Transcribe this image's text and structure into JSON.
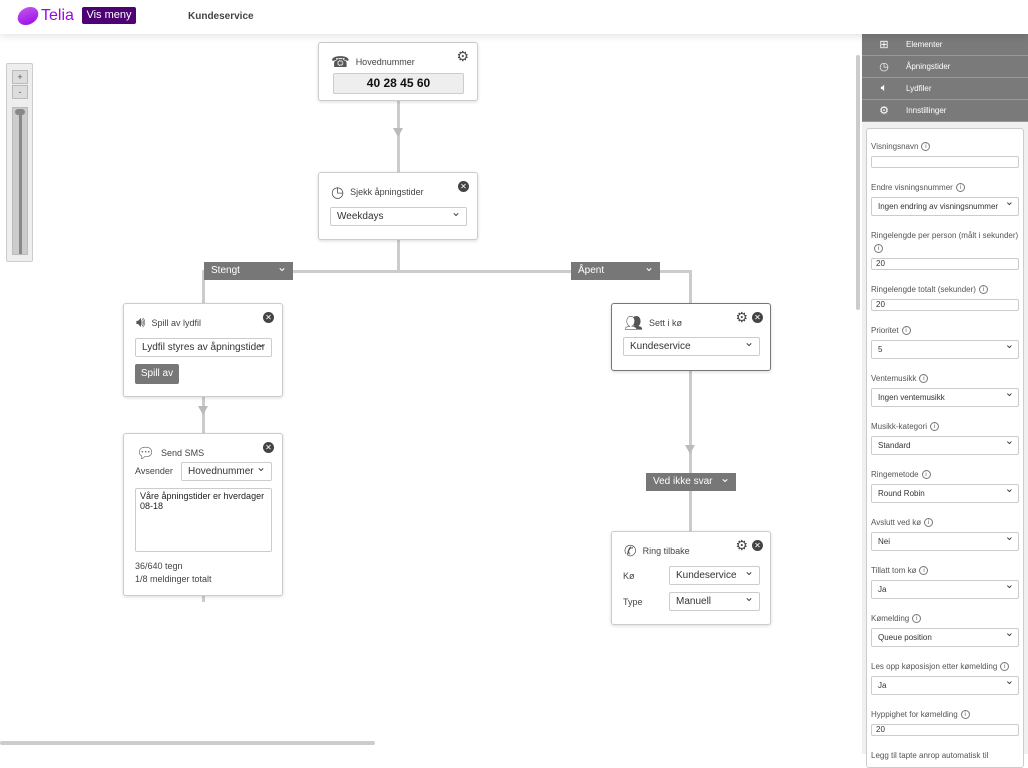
{
  "header": {
    "logo": "Telia",
    "menu_button": "Vis meny",
    "title": "Kundeservice"
  },
  "zoom": {
    "plus": "+",
    "minus": "-",
    "level": 1.0
  },
  "nodes": {
    "main_number": {
      "title": "Hovednummer",
      "number": "40 28 45 60",
      "icon": "phone-icon"
    },
    "check_hours": {
      "title": "Sjekk åpningstider",
      "select": "Weekdays",
      "icon": "clock-icon"
    },
    "play_file": {
      "title": "Spill av lydfil",
      "select": "Lydfil styres av åpningstider",
      "button": "Spill av",
      "icon": "speaker-icon"
    },
    "send_sms": {
      "title": "Send SMS",
      "sender_label": "Avsender",
      "sender": "Hovednummer",
      "message": "Våre åpningstider er hverdager 08-18",
      "chars": "36/640 tegn",
      "messages": "1/8 meldinger totalt",
      "icon": "chat-icon"
    },
    "queue": {
      "title": "Sett i kø",
      "select": "Kundeservice",
      "icon": "users-icon"
    },
    "callback": {
      "title": "Ring tilbake",
      "queue_label": "Kø",
      "queue": "Kundeservice",
      "type_label": "Type",
      "type": "Manuell",
      "icon": "phone-ring-icon"
    }
  },
  "branches": {
    "closed": "Stengt",
    "open": "Åpent",
    "no_answer": "Ved ikke svar"
  },
  "sidebar": {
    "tabs": [
      {
        "label": "Elementer",
        "icon": "sitemap-icon"
      },
      {
        "label": "Åpningstider",
        "icon": "clock-icon"
      },
      {
        "label": "Lydfiler",
        "icon": "speaker-icon"
      },
      {
        "label": "Innstillinger",
        "icon": "gear-icon"
      }
    ],
    "fields": [
      {
        "label": "Visningsnavn",
        "type": "input",
        "value": ""
      },
      {
        "label": "Endre visningsnummer",
        "type": "select",
        "value": "Ingen endring av visningsnummer"
      },
      {
        "label": "Ringelengde per person (målt i sekunder)",
        "type": "input",
        "value": "20"
      },
      {
        "label": "Ringelengde totalt (sekunder)",
        "type": "input",
        "value": "20"
      },
      {
        "label": "Prioritet",
        "type": "select",
        "value": "5"
      },
      {
        "label": "Ventemusikk",
        "type": "select",
        "value": "Ingen ventemusikk"
      },
      {
        "label": "Musikk-kategori",
        "type": "select",
        "value": "Standard"
      },
      {
        "label": "Ringemetode",
        "type": "select",
        "value": "Round Robin"
      },
      {
        "label": "Avslutt ved kø",
        "type": "select",
        "value": "Nei"
      },
      {
        "label": "Tillatt tom kø",
        "type": "select",
        "value": "Ja"
      },
      {
        "label": "Kømelding",
        "type": "select",
        "value": "Queue position"
      },
      {
        "label": "Les opp køposisjon etter kømelding",
        "type": "select",
        "value": "Ja"
      },
      {
        "label": "Hyppighet for kømelding",
        "type": "input",
        "value": "20"
      },
      {
        "label": "Legg til tapte anrop automatisk til",
        "type": "none",
        "value": ""
      }
    ]
  },
  "colors": {
    "brand": "#990ae3",
    "menu_button": "#4e0174",
    "tab_bg": "#7a7a7a"
  }
}
